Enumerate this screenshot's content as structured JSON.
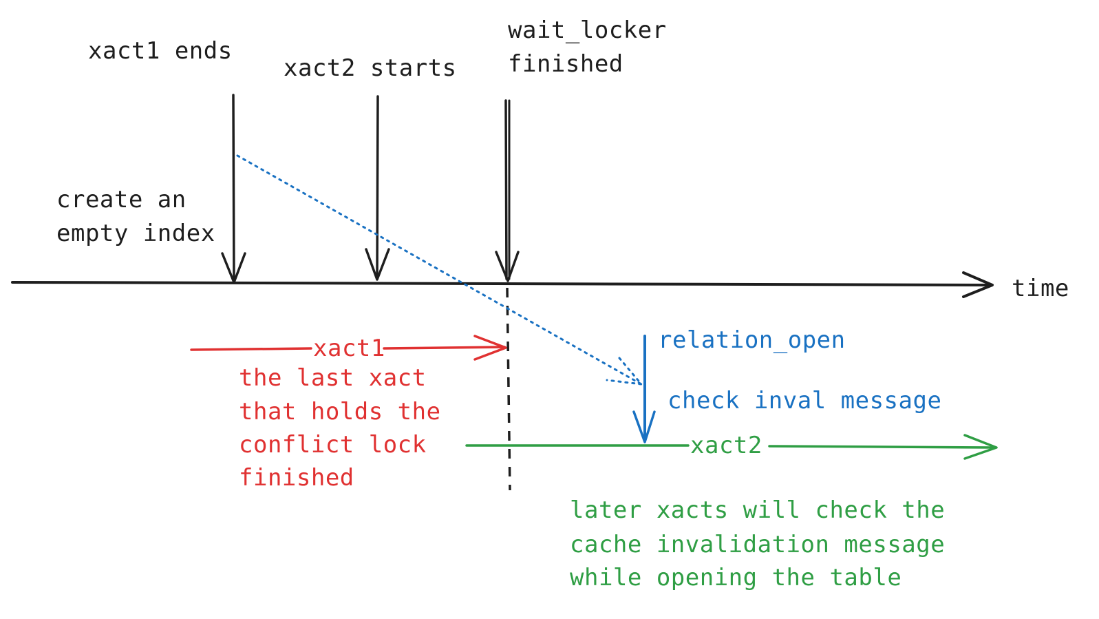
{
  "colors": {
    "ink": "#1e1e1e",
    "red": "#e03131",
    "blue": "#1971c2",
    "green": "#2f9e44"
  },
  "labels": {
    "xact1_ends": "xact1 ends",
    "xact2_starts": "xact2 starts",
    "wait_locker_line1": "wait_locker",
    "wait_locker_line2": "finished",
    "create_line1": "create an",
    "create_line2": "empty index",
    "time": "time",
    "xact1": "xact1",
    "xact1_note_line1": "the last xact",
    "xact1_note_line2": "that holds the",
    "xact1_note_line3": "conflict lock",
    "xact1_note_line4": "finished",
    "relation_open": "relation_open",
    "check_inval": "check inval message",
    "xact2": "xact2",
    "later_line1": "later xacts will check the",
    "later_line2": "cache invalidation message",
    "later_line3": "while opening the table"
  }
}
